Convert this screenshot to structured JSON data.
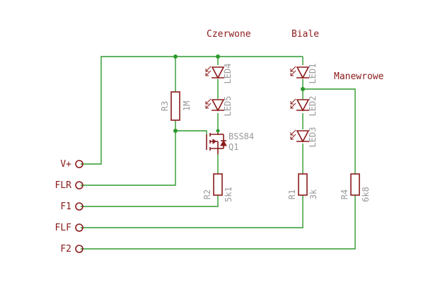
{
  "groups": {
    "red": "Czerwone",
    "white": "Biale",
    "shunting": "Manewrowe"
  },
  "pins": {
    "vplus": "V+",
    "flr": "FLR",
    "f1": "F1",
    "flf": "FLF",
    "f2": "F2"
  },
  "components": {
    "r1": {
      "name": "R1",
      "value": "3k"
    },
    "r2": {
      "name": "R2",
      "value": "5k1"
    },
    "r3": {
      "name": "R3",
      "value": "1M"
    },
    "r4": {
      "name": "R4",
      "value": "6k8"
    },
    "q1": {
      "name": "Q1",
      "value": "BSS84"
    },
    "led1": "LED1",
    "led2": "LED2",
    "led3": "LED3",
    "led4": "LED4",
    "led5": "LED5"
  },
  "colors": {
    "wire": "#2e9a2e",
    "component": "#8b1a1a",
    "label": "#9a9a9a"
  }
}
